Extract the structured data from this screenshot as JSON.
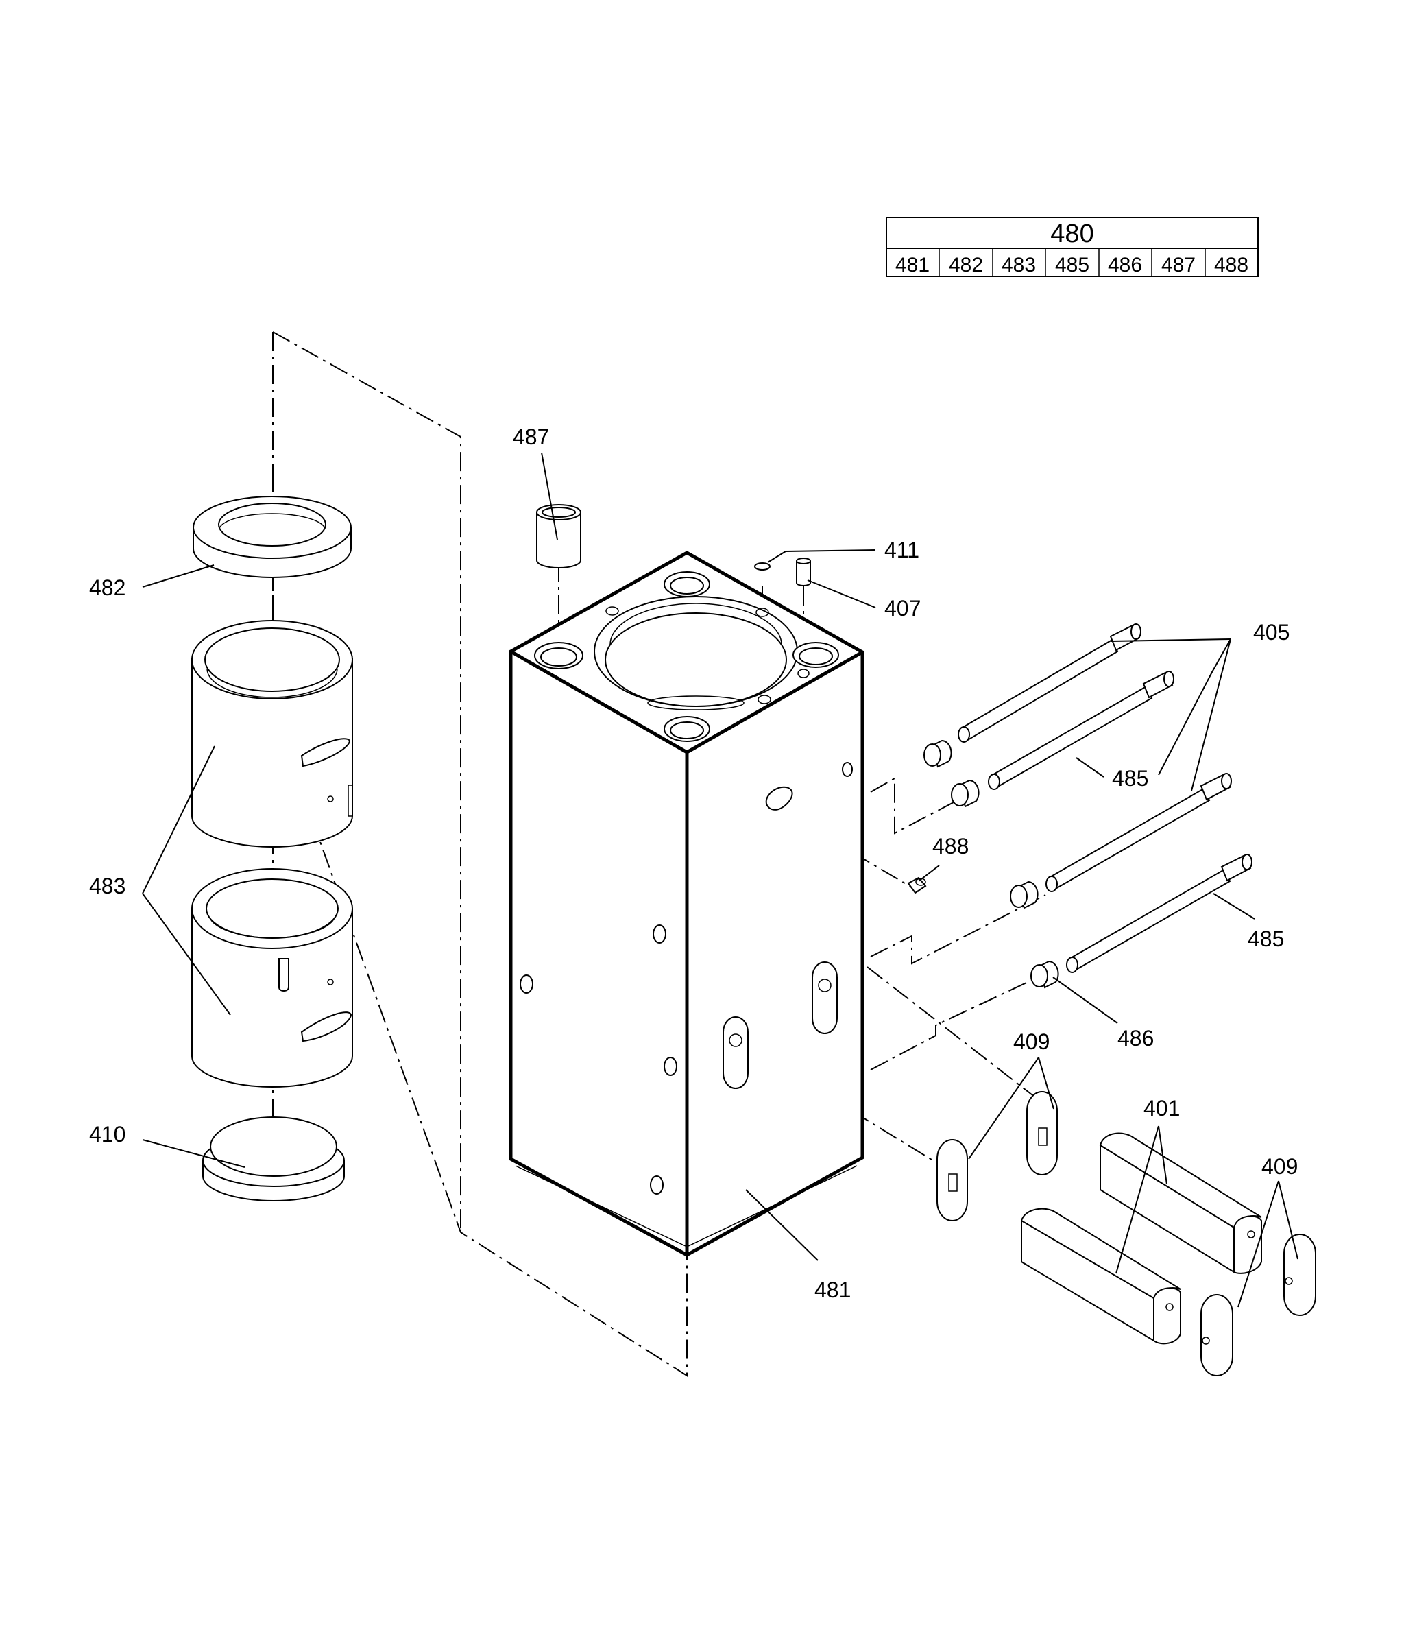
{
  "kit_table": {
    "assembly": "480",
    "components": [
      "481",
      "482",
      "483",
      "485",
      "486",
      "487",
      "488"
    ]
  },
  "callouts": {
    "c401": "401",
    "c405": "405",
    "c407": "407",
    "c409a": "409",
    "c409b": "409",
    "c410": "410",
    "c411": "411",
    "c481": "481",
    "c482": "482",
    "c483": "483",
    "c485a": "485",
    "c485b": "485",
    "c486": "486",
    "c487": "487",
    "c488": "488"
  }
}
